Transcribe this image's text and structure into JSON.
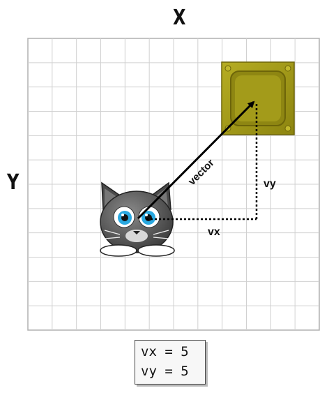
{
  "axes": {
    "x_label": "X",
    "y_label": "Y"
  },
  "grid": {
    "columns": 12,
    "rows": 12
  },
  "labels": {
    "vector": "vector",
    "vx": "vx",
    "vy": "vy"
  },
  "code": {
    "line1": "vx = 5",
    "line2": "vy = 5"
  },
  "colors": {
    "grid_line": "#d0d0d0",
    "grid_border": "#b0b0b0",
    "target_fill": "#9e9615",
    "target_dark": "#6d6509",
    "cat_body": "#5a5a5a",
    "cat_eye": "#29a8e0"
  },
  "icons": {
    "character": "cat-icon",
    "target": "target-block-icon"
  }
}
